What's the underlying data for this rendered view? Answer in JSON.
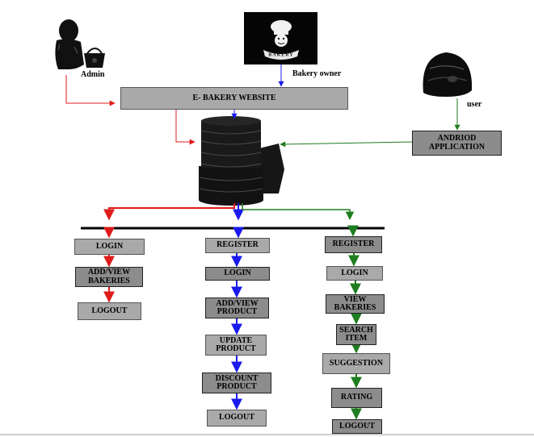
{
  "actors": {
    "admin": "Admin",
    "owner": "Bakery owner",
    "user": "user"
  },
  "logo_text": "BAKERY",
  "system": {
    "website": "E- BAKERY WEBSITE",
    "app": "ANDRIOD\nAPPLICATION"
  },
  "admin_flow": [
    "LOGIN",
    "ADD/VIEW\nBAKERIES",
    "LOGOUT"
  ],
  "owner_flow": [
    "REGISTER",
    "LOGIN",
    "ADD/VIEW\nPRODUCT",
    "UPDATE\nPRODUCT",
    "DISCOUNT\nPRODUCT",
    "LOGOUT"
  ],
  "user_flow": [
    "REGISTER",
    "LOGIN",
    "VIEW\nBAKERIES",
    "SEARCH\nITEM",
    "SUGGESTION",
    "RATING",
    "LOGOUT"
  ],
  "colors": {
    "admin": "#e01b1b",
    "owner": "#1a1aee",
    "user": "#1e7d1e",
    "box": "#a9a9a9",
    "box_dark": "#8c8c8c"
  }
}
